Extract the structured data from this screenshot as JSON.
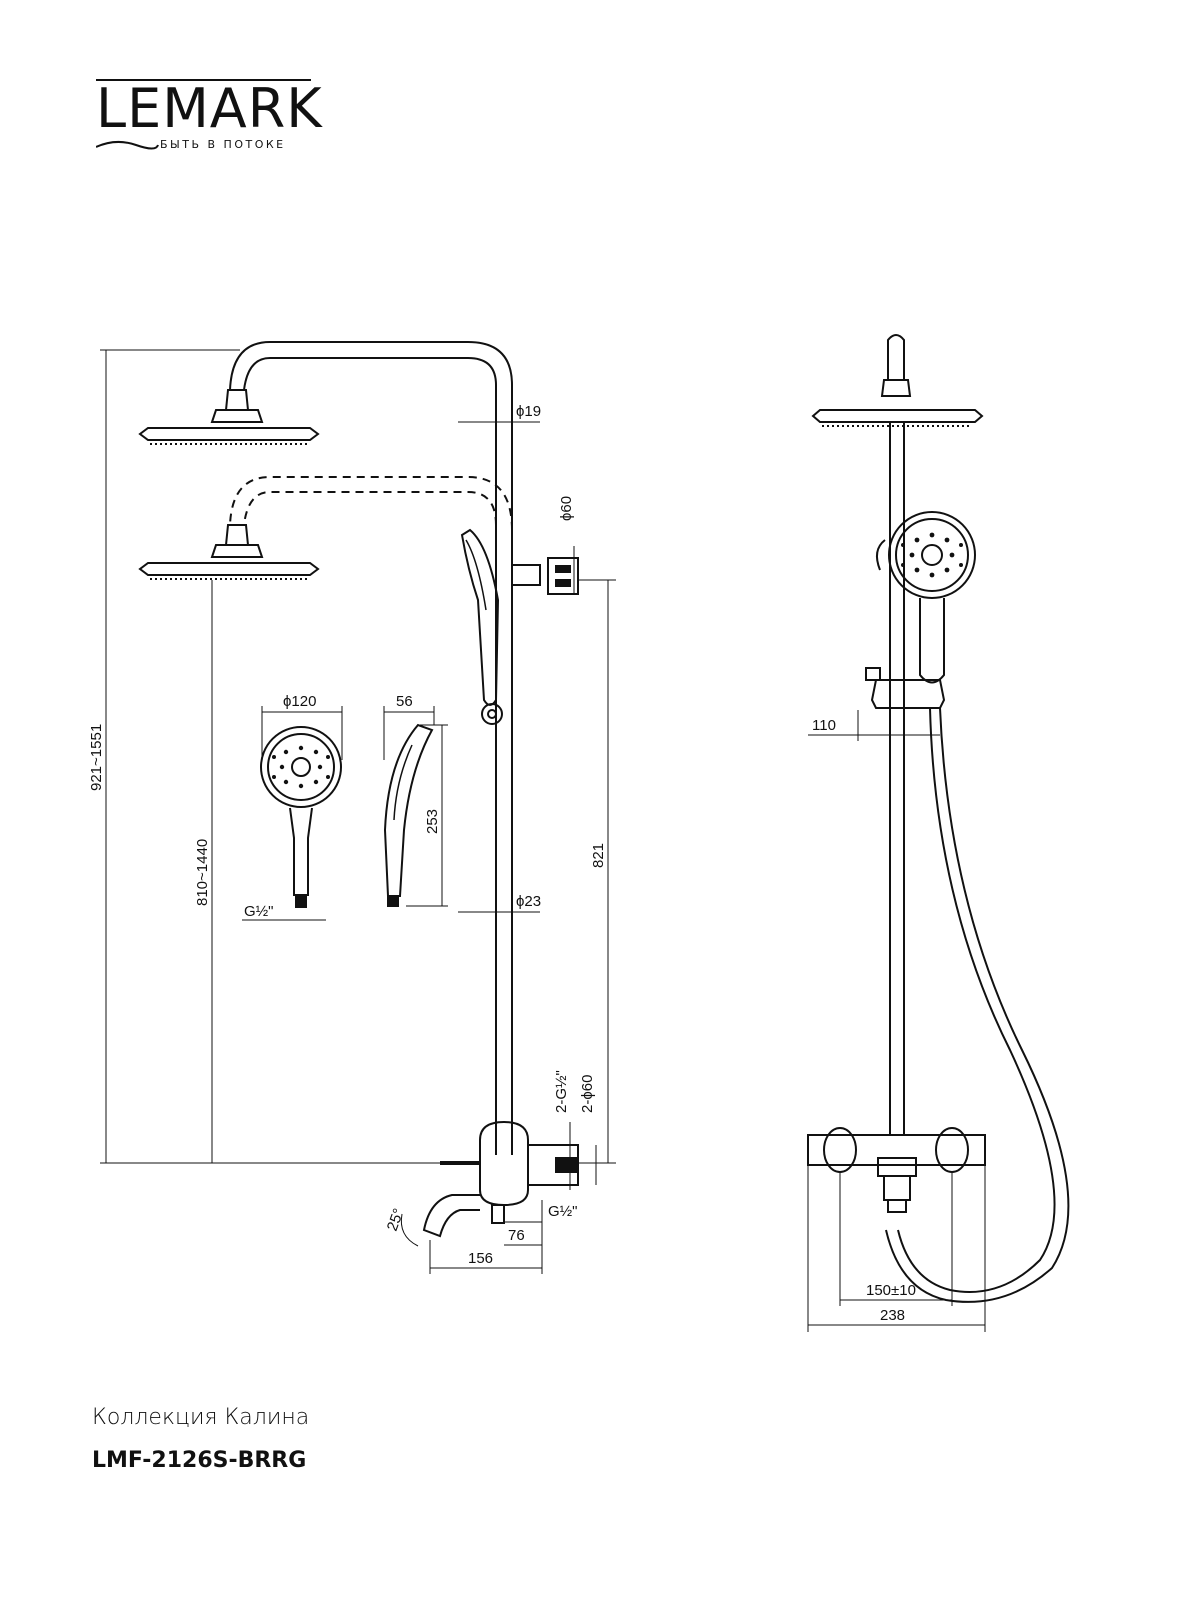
{
  "brand": {
    "name": "LEMARK",
    "tagline": "БЫТЬ В ПОТОКЕ"
  },
  "dimensions": {
    "d19": "ϕ19",
    "d60_top": "ϕ60",
    "d120": "ϕ120",
    "w56": "56",
    "h253": "253",
    "d23": "ϕ23",
    "g_half_hand": "G½\"",
    "range_total": "921~1551",
    "range_head": "810~1440",
    "h821": "821",
    "inlets": "2-G½\"",
    "d60_mixer": "2-ϕ60",
    "g_half_mixer": "G½\"",
    "angle": "25°",
    "w76": "76",
    "w156": "156",
    "w110": "110",
    "spacing": "150±10",
    "w238": "238"
  },
  "footer": {
    "collection": "Коллекция Калина",
    "model": "LMF-2126S-BRRG"
  }
}
